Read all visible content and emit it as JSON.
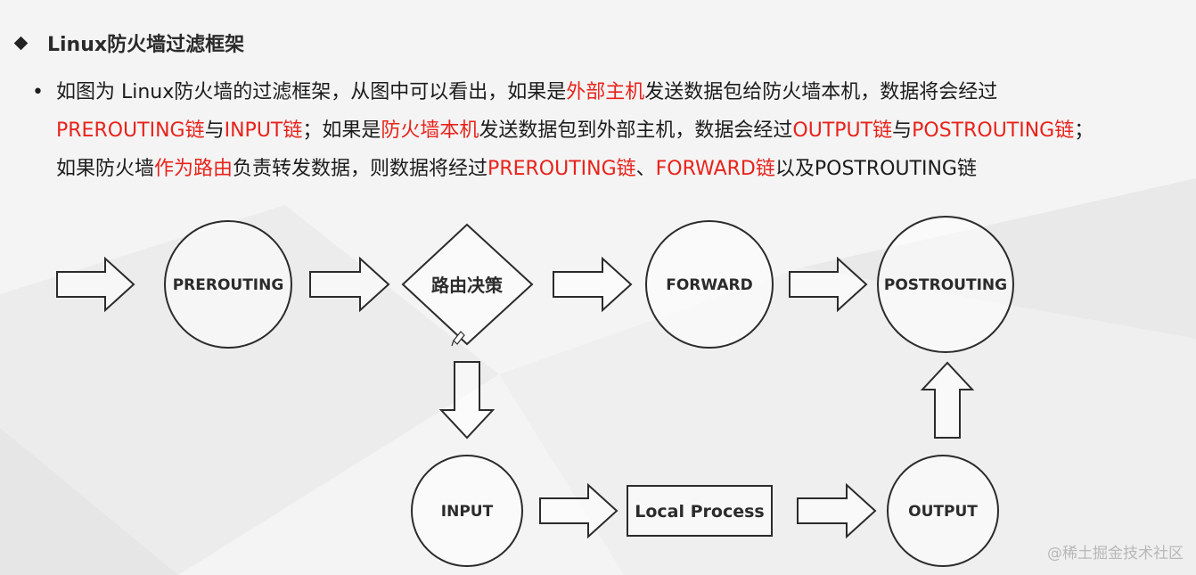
{
  "heading": {
    "title": "Linux防火墙过滤框架"
  },
  "body": {
    "bullet": "•",
    "line1": [
      {
        "text": "如图为 Linux防火墙的过滤框架，从图中可以看出，如果是",
        "red": false
      },
      {
        "text": "外部主机",
        "red": true
      },
      {
        "text": "发送数据包给防火墙本机，数据将会经过",
        "red": false
      }
    ],
    "line2": [
      {
        "text": "PREROUTING链",
        "red": true
      },
      {
        "text": "与",
        "red": false
      },
      {
        "text": "INPUT链",
        "red": true
      },
      {
        "text": "；如果是",
        "red": false
      },
      {
        "text": "防火墙本机",
        "red": true
      },
      {
        "text": "发送数据包到外部主机，数据会经过",
        "red": false
      },
      {
        "text": "OUTPUT链",
        "red": true
      },
      {
        "text": "与",
        "red": false
      },
      {
        "text": "POSTROUTING链",
        "red": true
      },
      {
        "text": "；",
        "red": false
      }
    ],
    "line3": [
      {
        "text": "如果防火墙",
        "red": false
      },
      {
        "text": "作为路由",
        "red": true
      },
      {
        "text": "负责转发数据，则数据将经过",
        "red": false
      },
      {
        "text": "PREROUTING链",
        "red": true
      },
      {
        "text": "、",
        "red": false
      },
      {
        "text": "FORWARD链",
        "red": true
      },
      {
        "text": "以及POSTROUTING链",
        "red": false
      }
    ]
  },
  "diagram": {
    "prerouting": "PREROUTING",
    "routing_decision": "路由决策",
    "forward": "FORWARD",
    "postrouting": "POSTROUTING",
    "input": "INPUT",
    "local_process": "Local Process",
    "output": "OUTPUT"
  },
  "watermark": "@稀土掘金技术社区",
  "colors": {
    "highlight": "#e8231b",
    "text": "#1c1c1c",
    "stroke": "#2b2b2b"
  }
}
